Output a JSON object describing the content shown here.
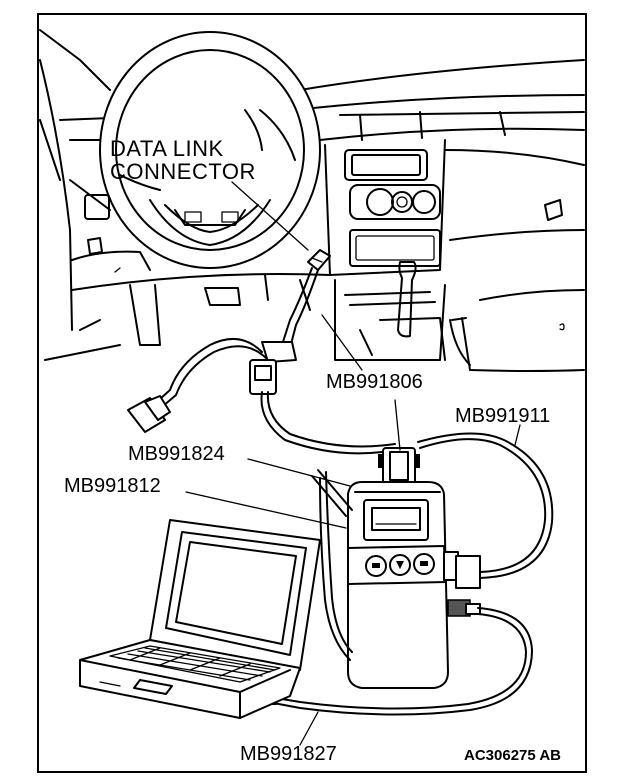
{
  "labels": {
    "data_link_connector_line1": "DATA LINK",
    "data_link_connector_line2": "CONNECTOR",
    "mb991806": "MB991806",
    "mb991911": "MB991911",
    "mb991824": "MB991824",
    "mb991812": "MB991812",
    "mb991827": "MB991827",
    "figure_id": "AC306275 AB"
  }
}
